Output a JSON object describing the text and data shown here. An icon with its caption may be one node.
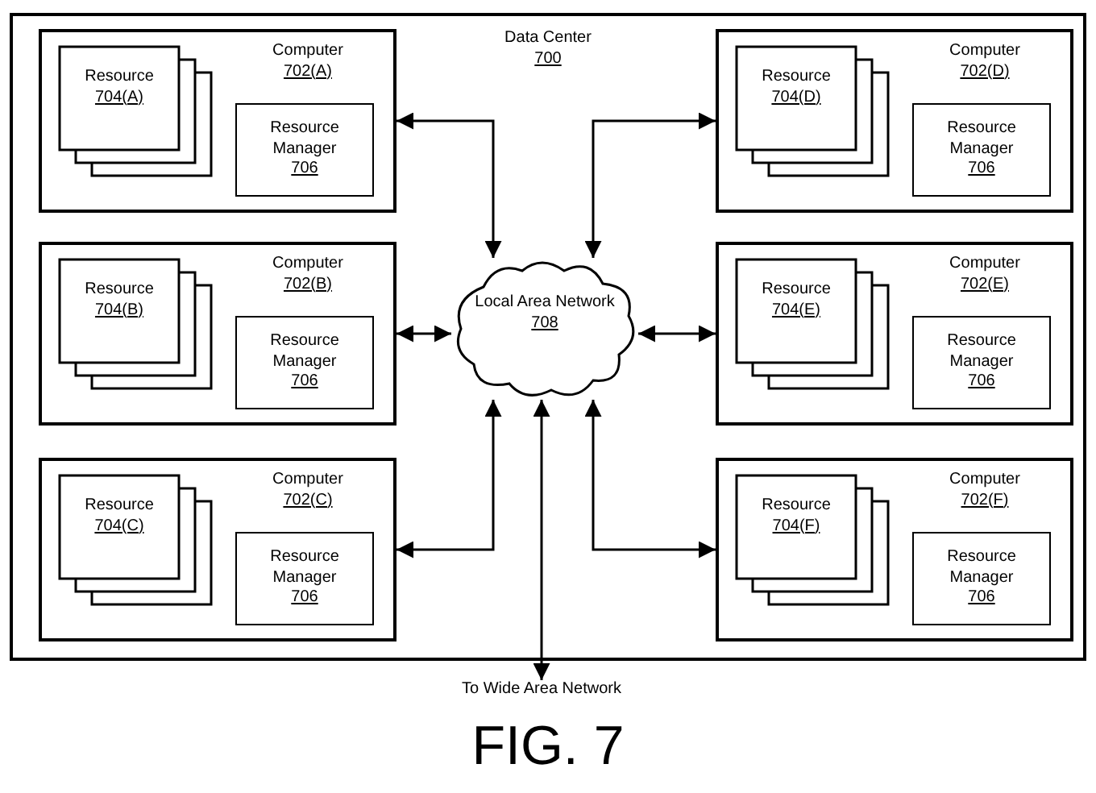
{
  "diagram": {
    "caption": "FIG. 7",
    "nodes": [
      {
        "text": [
          "Data Center",
          "700"
        ]
      },
      {
        "text": [
          "Computer",
          "702(A)"
        ],
        "in": 0
      },
      {
        "text": [
          "Resource",
          "704(A)"
        ],
        "in": 1
      },
      {
        "text": [
          "Resource Manager",
          "706"
        ],
        "in": 1
      },
      {
        "text": [
          "Computer",
          "702(D)"
        ],
        "in": 0
      },
      {
        "text": [
          "Resource",
          "704(D)"
        ],
        "in": 4
      },
      {
        "text": [
          "Resource Manager",
          "706"
        ],
        "in": 4
      },
      {
        "text": [
          "Computer",
          "702(B)"
        ],
        "in": 0
      },
      {
        "text": [
          "Resource",
          "704(B)"
        ],
        "in": 7
      },
      {
        "text": [
          "Resource Manager",
          "706"
        ],
        "in": 7
      },
      {
        "text": [
          "Local Area Network",
          "708"
        ],
        "in": 0
      },
      {
        "text": [
          "Computer",
          "702(E)"
        ],
        "in": 0
      },
      {
        "text": [
          "Resource",
          "704(E)"
        ],
        "in": 11
      },
      {
        "text": [
          "Resource Manager",
          "706"
        ],
        "in": 11
      },
      {
        "text": [
          "Computer",
          "702(C)"
        ],
        "in": 0
      },
      {
        "text": [
          "Resource",
          "704(C)"
        ],
        "in": 14
      },
      {
        "text": [
          "Resource Manager",
          "706"
        ],
        "in": 14
      },
      {
        "text": [
          "Computer",
          "702(F)"
        ],
        "in": 0
      },
      {
        "text": [
          "Resource",
          "704(F)"
        ],
        "in": 17
      },
      {
        "text": [
          "Resource Manager",
          "706"
        ],
        "in": 17
      },
      {
        "text": [
          "To Wide Area Network"
        ]
      }
    ],
    "edges": [
      {
        "from": 10,
        "to": 1,
        "arrow": "both"
      },
      {
        "from": 10,
        "to": 4,
        "arrow": "both"
      },
      {
        "from": 10,
        "to": 7,
        "arrow": "both"
      },
      {
        "from": 10,
        "to": 11,
        "arrow": "both"
      },
      {
        "from": 10,
        "to": 14,
        "arrow": "both"
      },
      {
        "from": 10,
        "to": 17,
        "arrow": "both"
      },
      {
        "from": 10,
        "to": 20,
        "arrow": "both"
      }
    ]
  }
}
